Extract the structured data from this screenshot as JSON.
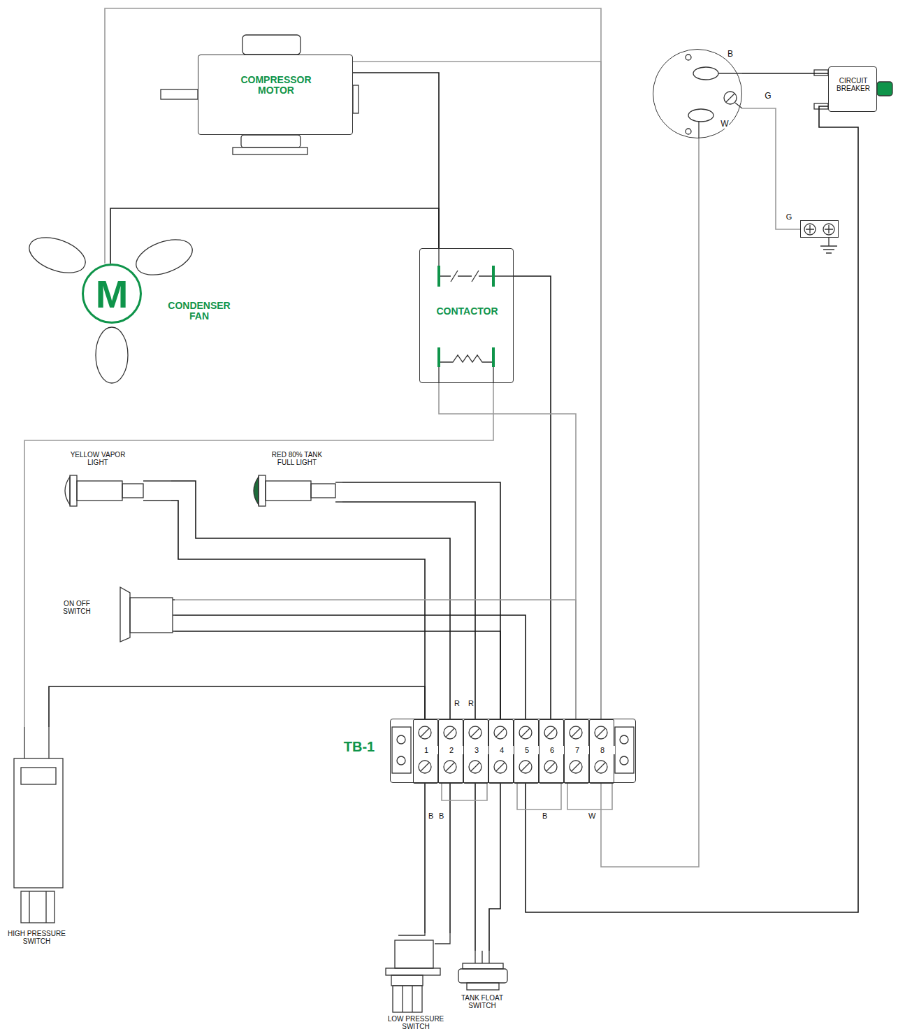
{
  "diagram": {
    "nodes": [
      {
        "text": [
          "COMPRESSOR MOTOR"
        ]
      },
      {
        "text": [
          "M",
          "CONDENSER FAN"
        ]
      },
      {
        "text": [
          "CONTACTOR"
        ]
      },
      {
        "text": [
          "B",
          "G",
          "W"
        ]
      },
      {
        "text": [
          "CIRCUIT BREAKER"
        ]
      },
      {
        "text": [
          "G"
        ]
      },
      {
        "text": [
          "YELLOW VAPOR LIGHT"
        ]
      },
      {
        "text": [
          "RED 80% TANK FULL LIGHT"
        ]
      },
      {
        "text": [
          "ON OFF SWITCH"
        ]
      },
      {
        "text": [
          "HIGH PRESSURE SWITCH"
        ]
      },
      {
        "text": [
          "TB-1"
        ]
      },
      {
        "text": [
          "1"
        ],
        "in": 10
      },
      {
        "text": [
          "2"
        ],
        "in": 10
      },
      {
        "text": [
          "3"
        ],
        "in": 10
      },
      {
        "text": [
          "4"
        ],
        "in": 10
      },
      {
        "text": [
          "5"
        ],
        "in": 10
      },
      {
        "text": [
          "6"
        ],
        "in": 10
      },
      {
        "text": [
          "7"
        ],
        "in": 10
      },
      {
        "text": [
          "8"
        ],
        "in": 10
      },
      {
        "text": [
          "LOW PRESSURE SWITCH"
        ]
      },
      {
        "text": [
          "TANK FLOAT SWITCH"
        ]
      }
    ],
    "edges": [
      {
        "from": 0,
        "to": 2,
        "arrow": "none"
      },
      {
        "from": 0,
        "to": 18,
        "arrow": "none"
      },
      {
        "from": 1,
        "to": 2,
        "arrow": "none"
      },
      {
        "from": 1,
        "to": 18,
        "arrow": "none"
      },
      {
        "from": 2,
        "to": 16,
        "arrow": "none"
      },
      {
        "from": 2,
        "to": 17,
        "arrow": "none"
      },
      {
        "from": 2,
        "to": 9,
        "arrow": "none"
      },
      {
        "from": 9,
        "to": 11,
        "arrow": "none"
      },
      {
        "from": 6,
        "to": 11,
        "arrow": "none"
      },
      {
        "from": 6,
        "to": 12,
        "arrow": "none"
      },
      {
        "from": 7,
        "to": 14,
        "arrow": "none"
      },
      {
        "from": 7,
        "to": 13,
        "arrow": "none"
      },
      {
        "from": 8,
        "to": 17,
        "arrow": "none"
      },
      {
        "from": 8,
        "to": 15,
        "arrow": "none"
      },
      {
        "from": 8,
        "to": 14,
        "arrow": "none"
      },
      {
        "from": 19,
        "to": 11,
        "arrow": "none"
      },
      {
        "from": 19,
        "to": 12,
        "arrow": "none"
      },
      {
        "from": 20,
        "to": 13,
        "arrow": "none"
      },
      {
        "from": 20,
        "to": 14,
        "arrow": "none"
      },
      {
        "from": 15,
        "to": 4,
        "arrow": "none"
      },
      {
        "from": 18,
        "to": 3,
        "arrow": "none"
      },
      {
        "from": 3,
        "to": 4,
        "arrow": "none"
      },
      {
        "from": 3,
        "to": 5,
        "arrow": "none"
      },
      {
        "from": 12,
        "to": 13,
        "arrow": "none"
      },
      {
        "from": 15,
        "to": 16,
        "arrow": "none"
      },
      {
        "from": 17,
        "to": 18,
        "arrow": "none"
      }
    ],
    "labels": [
      "R",
      "R",
      "B",
      "B",
      "B",
      "W"
    ]
  }
}
